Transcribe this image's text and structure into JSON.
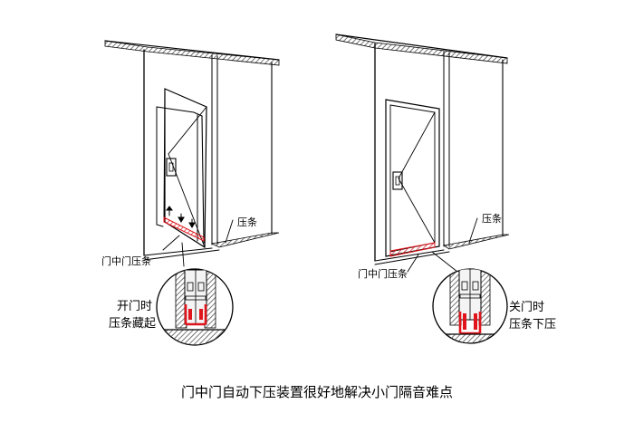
{
  "labels": {
    "left_strip": "压条",
    "left_door_strip": "门中门压条",
    "left_state_1": "开门时",
    "left_state_2": "压条藏起",
    "right_strip": "压条",
    "right_door_strip": "门中门压条",
    "right_state_1": "关门时",
    "right_state_2": "压条下压",
    "caption": "门中门自动下压装置很好地解决小门隔音难点"
  },
  "colors": {
    "line": "#000000",
    "hatch": "#555555",
    "accent": "#e0141b",
    "panel": "#f2f2f2"
  }
}
